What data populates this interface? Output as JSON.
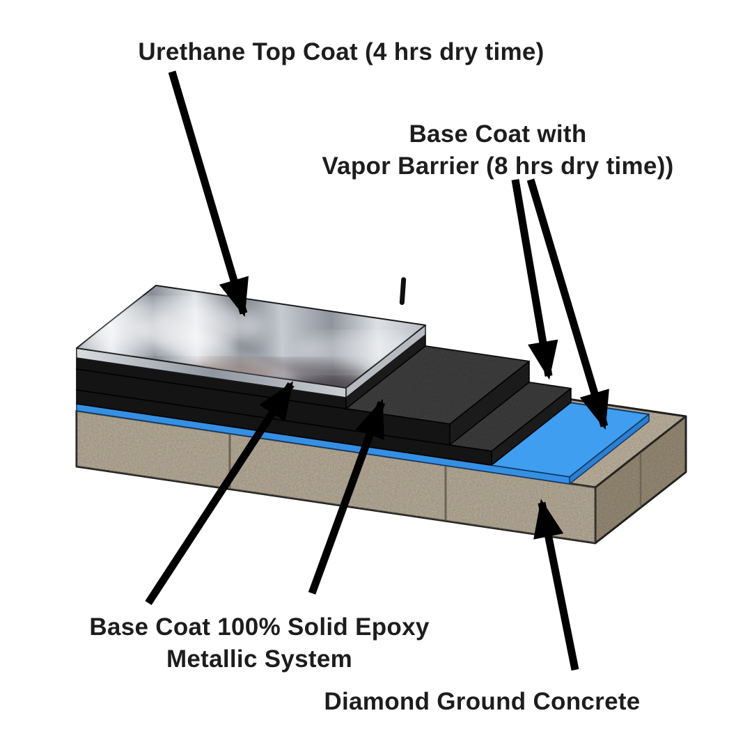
{
  "labels": {
    "urethane_top_coat": "Urethane Top Coat (4 hrs dry time)",
    "base_coat_vapor_line1": "Base Coat with",
    "base_coat_vapor_line2": "Vapor Barrier (8 hrs dry time))",
    "base_coat_metallic_line1": "Base Coat 100% Solid Epoxy",
    "base_coat_metallic_line2": "Metallic System",
    "diamond_ground_concrete": "Diamond Ground Concrete"
  },
  "colors": {
    "background": "#ffffff",
    "text": "#1d1d1d",
    "arrow": "#000000",
    "vapor_barrier_blue_top": "#3f9ef0",
    "vapor_barrier_blue_front": "#3590e4",
    "vapor_barrier_blue_side": "#2c7fd2",
    "epoxy_black_top": "#262626",
    "epoxy_black_front": "#141414",
    "epoxy_black_side": "#1b1b1b",
    "concrete_top": "#cbbfab",
    "concrete_front": "#b5aa96",
    "concrete_side": "#a2967f",
    "metallic_silver": "#c9cdd3"
  }
}
